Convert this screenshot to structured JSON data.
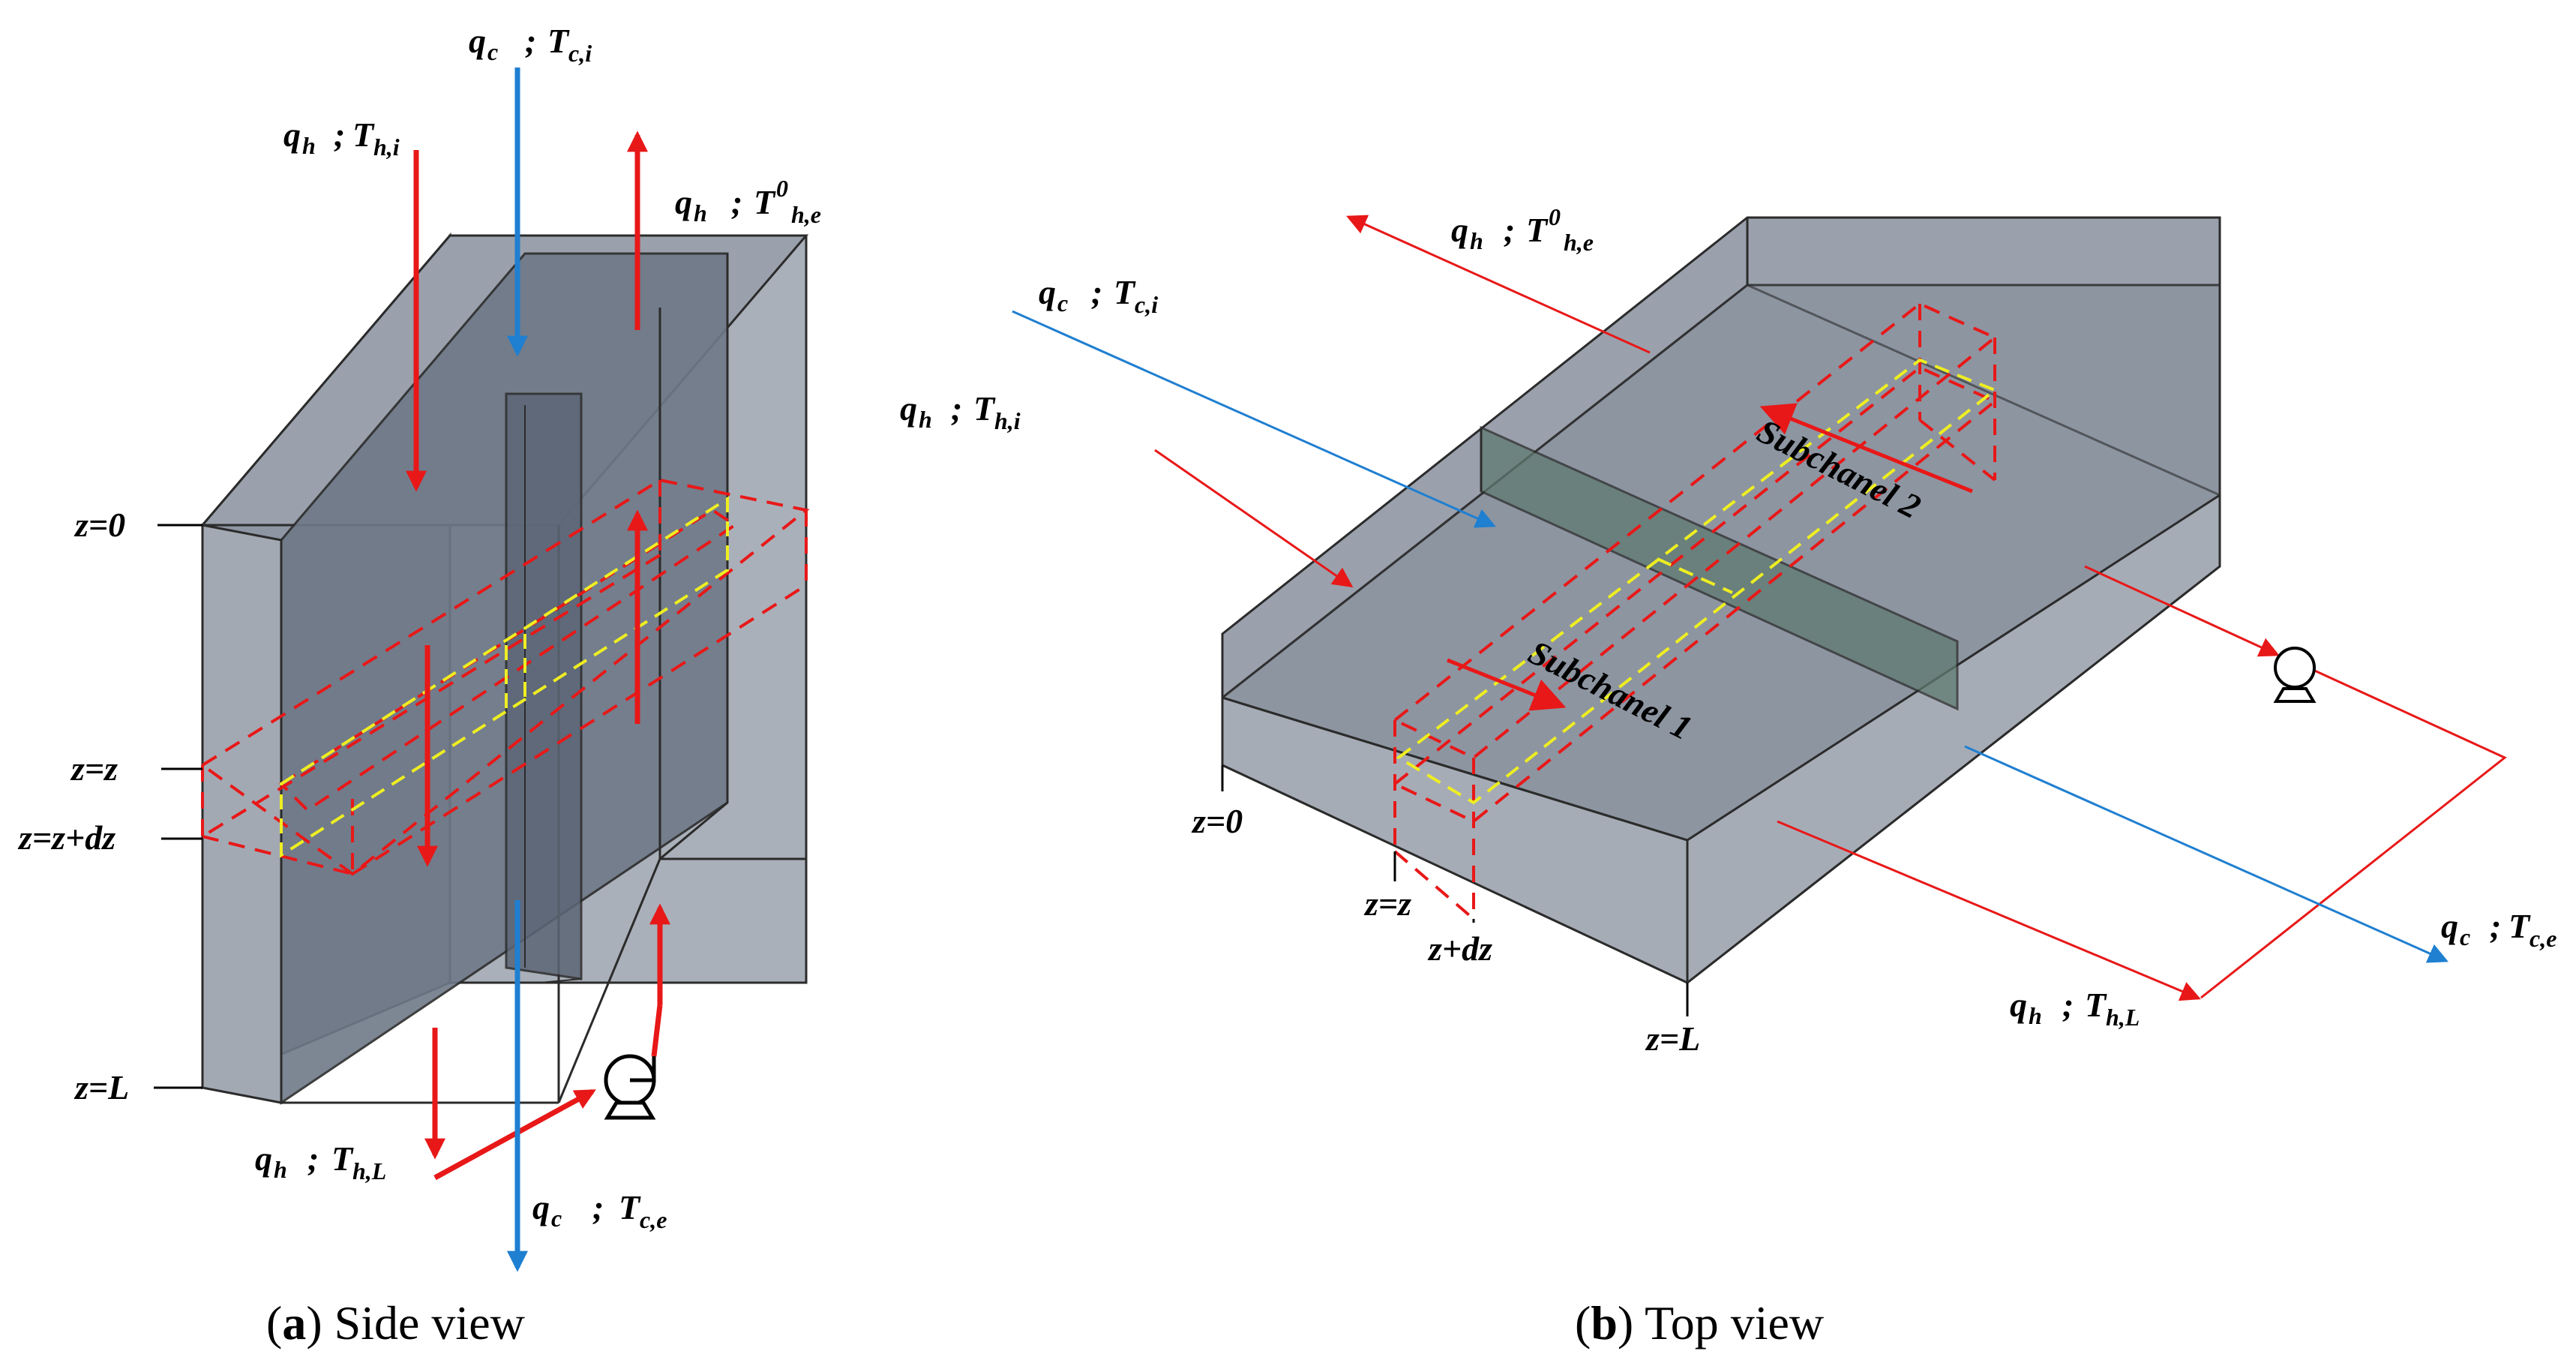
{
  "labels": {
    "qh": "q",
    "qh_sub": "h",
    "qc": "q",
    "qc_sub": "c",
    "sep": ";",
    "T": "T",
    "h_i": "h,i",
    "h_e": "h,e",
    "h_L": "h,L",
    "c_i": "c,i",
    "c_e": "c,e",
    "zero_sup": "0",
    "z0": "z=0",
    "zz": "z=z",
    "zdz": "z=z+dz",
    "zL": "z=L",
    "dz": "z+dz",
    "sub1": "Subchanel 1",
    "sub2": "Subchanel 2"
  },
  "captions": {
    "a_letter": "a",
    "a_text": " Side view",
    "b_letter": "b",
    "b_text": " Top view"
  },
  "colors": {
    "hot": "#e81818",
    "cold": "#1f7fd1",
    "tracer": "#eeee22",
    "body": "#8f97a3",
    "edge": "#2b2b2b"
  }
}
